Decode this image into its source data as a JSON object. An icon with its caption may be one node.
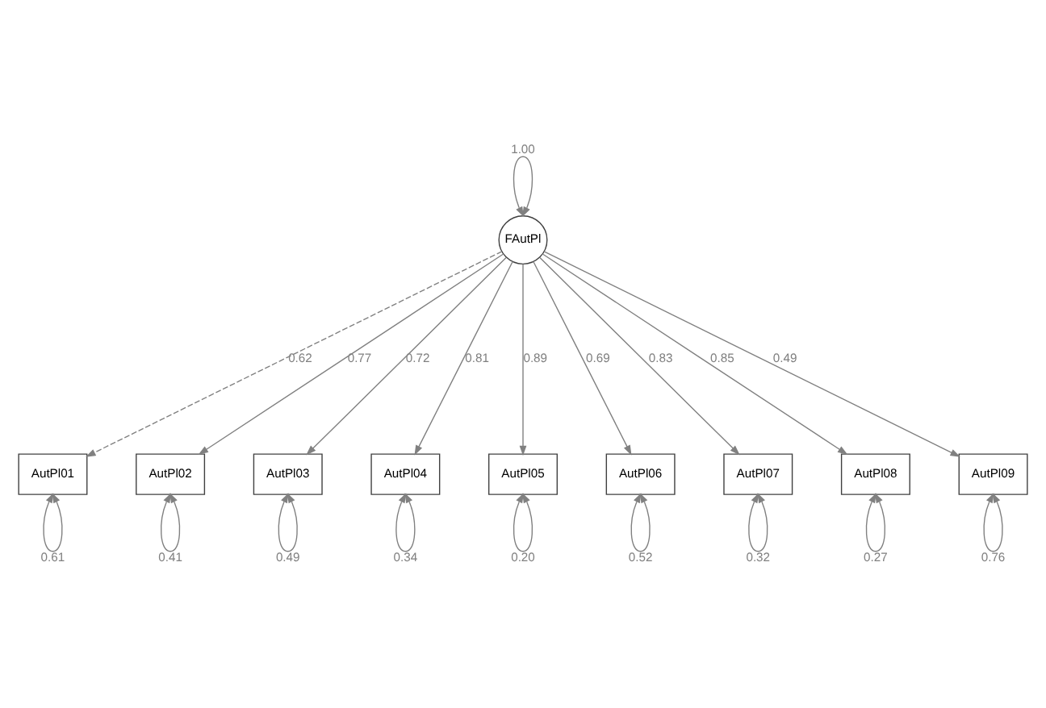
{
  "diagram": {
    "nodes": [
      {
        "text": [
          "FAutPl"
        ]
      },
      {
        "text": [
          "AutPl01"
        ]
      },
      {
        "text": [
          "AutPl02"
        ]
      },
      {
        "text": [
          "AutPl03"
        ]
      },
      {
        "text": [
          "AutPl04"
        ]
      },
      {
        "text": [
          "AutPl05"
        ]
      },
      {
        "text": [
          "AutPl06"
        ]
      },
      {
        "text": [
          "AutPl07"
        ]
      },
      {
        "text": [
          "AutPl08"
        ]
      },
      {
        "text": [
          "AutPl09"
        ]
      }
    ],
    "edges": [
      {
        "from": 0,
        "to": 0,
        "arrow": "both",
        "label": "1.00"
      },
      {
        "from": 0,
        "to": 1,
        "arrow": "to",
        "label": "0.62",
        "style": "dashed"
      },
      {
        "from": 0,
        "to": 2,
        "arrow": "to",
        "label": "0.77"
      },
      {
        "from": 0,
        "to": 3,
        "arrow": "to",
        "label": "0.72"
      },
      {
        "from": 0,
        "to": 4,
        "arrow": "to",
        "label": "0.81"
      },
      {
        "from": 0,
        "to": 5,
        "arrow": "to",
        "label": "0.89"
      },
      {
        "from": 0,
        "to": 6,
        "arrow": "to",
        "label": "0.69"
      },
      {
        "from": 0,
        "to": 7,
        "arrow": "to",
        "label": "0.83"
      },
      {
        "from": 0,
        "to": 8,
        "arrow": "to",
        "label": "0.85"
      },
      {
        "from": 0,
        "to": 9,
        "arrow": "to",
        "label": "0.49"
      },
      {
        "from": 1,
        "to": 1,
        "arrow": "both",
        "label": "0.61"
      },
      {
        "from": 2,
        "to": 2,
        "arrow": "both",
        "label": "0.41"
      },
      {
        "from": 3,
        "to": 3,
        "arrow": "both",
        "label": "0.49"
      },
      {
        "from": 4,
        "to": 4,
        "arrow": "both",
        "label": "0.34"
      },
      {
        "from": 5,
        "to": 5,
        "arrow": "both",
        "label": "0.20"
      },
      {
        "from": 6,
        "to": 6,
        "arrow": "both",
        "label": "0.52"
      },
      {
        "from": 7,
        "to": 7,
        "arrow": "both",
        "label": "0.32"
      },
      {
        "from": 8,
        "to": 8,
        "arrow": "both",
        "label": "0.27"
      },
      {
        "from": 9,
        "to": 9,
        "arrow": "both",
        "label": "0.76"
      }
    ]
  }
}
